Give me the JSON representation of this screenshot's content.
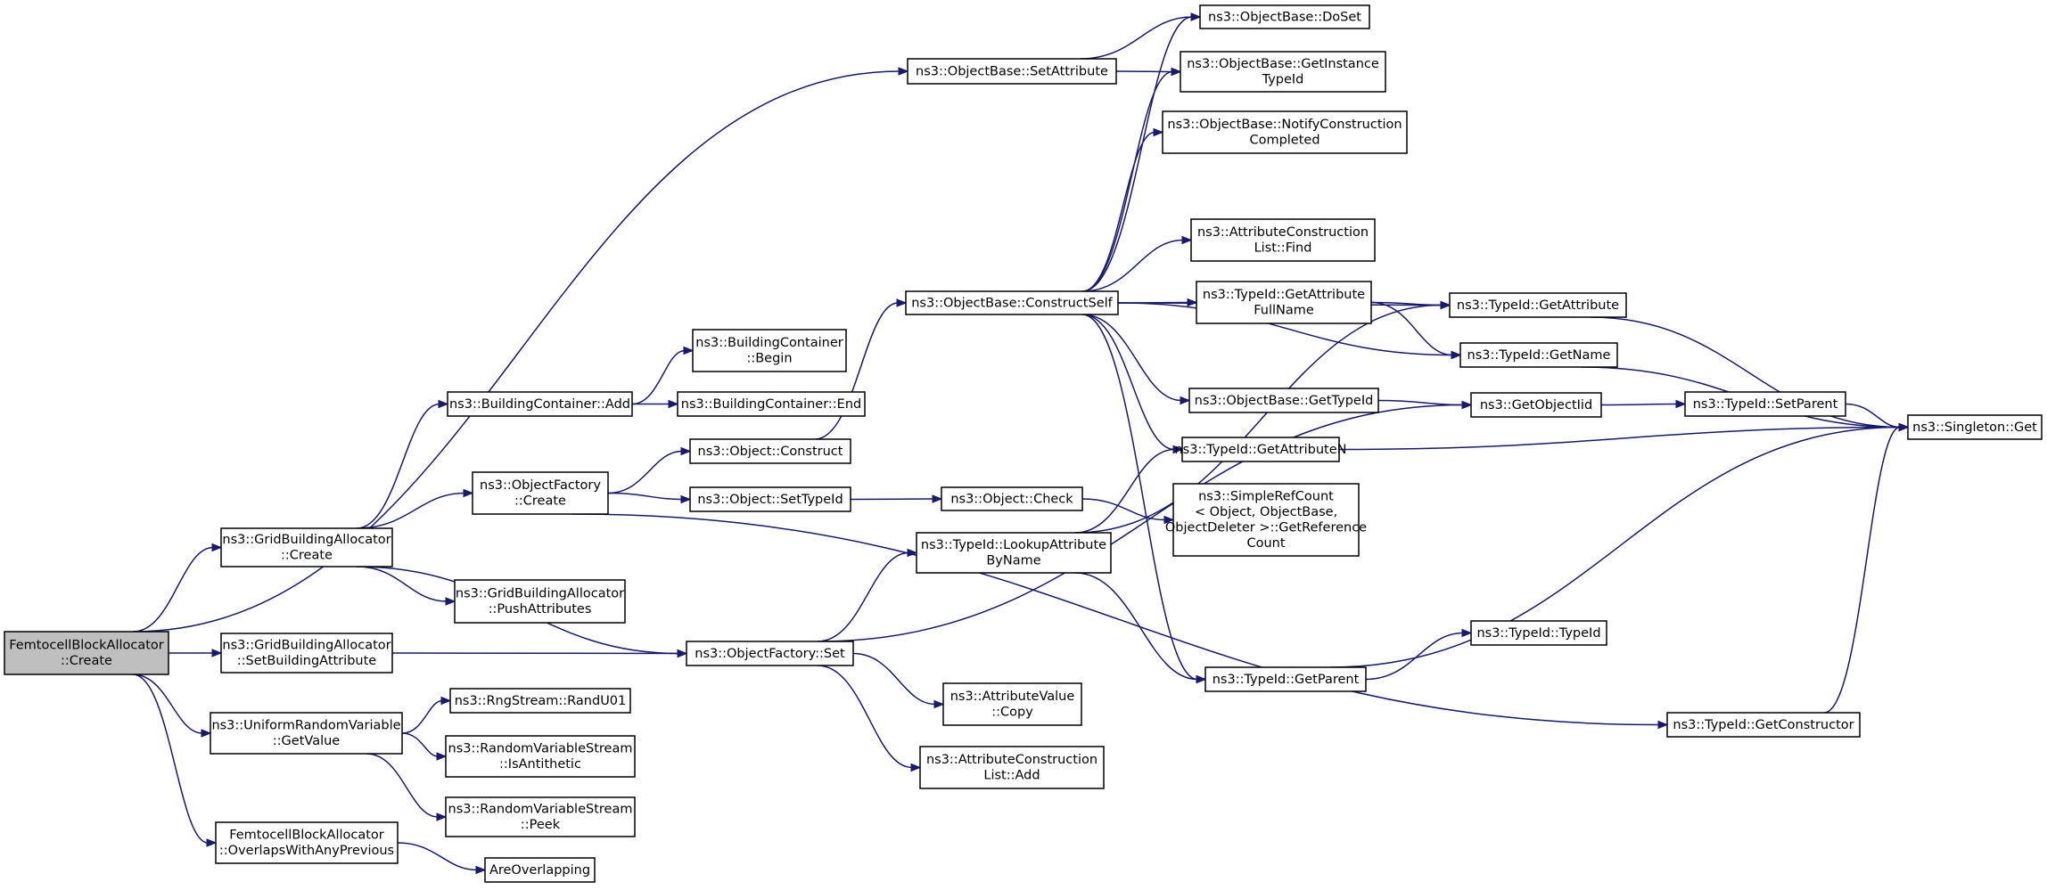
{
  "graph": {
    "colors": {
      "edge": "#191970",
      "node_border": "#000000",
      "node_fill": "#ffffff",
      "root_fill": "#bfbfbf"
    },
    "nodes": [
      {
        "id": "femto_create",
        "lines": [
          "FemtocellBlockAllocator",
          "::Create"
        ],
        "root": true
      },
      {
        "id": "gba_create",
        "lines": [
          "ns3::GridBuildingAllocator",
          "::Create"
        ]
      },
      {
        "id": "gba_setbuildattr",
        "lines": [
          "ns3::GridBuildingAllocator",
          "::SetBuildingAttribute"
        ]
      },
      {
        "id": "urv_getvalue",
        "lines": [
          "ns3::UniformRandomVariable",
          "::GetValue"
        ]
      },
      {
        "id": "femto_overlaps",
        "lines": [
          "FemtocellBlockAllocator",
          "::OverlapsWithAnyPrevious"
        ]
      },
      {
        "id": "bc_add",
        "lines": [
          "ns3::BuildingContainer::Add"
        ]
      },
      {
        "id": "of_create",
        "lines": [
          "ns3::ObjectFactory",
          "::Create"
        ]
      },
      {
        "id": "gba_pushattr",
        "lines": [
          "ns3::GridBuildingAllocator",
          "::PushAttributes"
        ]
      },
      {
        "id": "of_set",
        "lines": [
          "ns3::ObjectFactory::Set"
        ]
      },
      {
        "id": "rng_randu01",
        "lines": [
          "ns3::RngStream::RandU01"
        ]
      },
      {
        "id": "rvs_isanti",
        "lines": [
          "ns3::RandomVariableStream",
          "::IsAntithetic"
        ]
      },
      {
        "id": "rvs_peek",
        "lines": [
          "ns3::RandomVariableStream",
          "::Peek"
        ]
      },
      {
        "id": "are_overlapping",
        "lines": [
          "AreOverlapping"
        ]
      },
      {
        "id": "bc_begin",
        "lines": [
          "ns3::BuildingContainer",
          "::Begin"
        ]
      },
      {
        "id": "bc_end",
        "lines": [
          "ns3::BuildingContainer::End"
        ]
      },
      {
        "id": "obj_construct",
        "lines": [
          "ns3::Object::Construct"
        ]
      },
      {
        "id": "obj_settypeid",
        "lines": [
          "ns3::Object::SetTypeId"
        ]
      },
      {
        "id": "ob_setattr",
        "lines": [
          "ns3::ObjectBase::SetAttribute"
        ]
      },
      {
        "id": "ob_constructself",
        "lines": [
          "ns3::ObjectBase::ConstructSelf"
        ]
      },
      {
        "id": "obj_check",
        "lines": [
          "ns3::Object::Check"
        ]
      },
      {
        "id": "tid_lookupattr",
        "lines": [
          "ns3::TypeId::LookupAttribute",
          "ByName"
        ]
      },
      {
        "id": "av_copy",
        "lines": [
          "ns3::AttributeValue",
          "::Copy"
        ]
      },
      {
        "id": "acl_add",
        "lines": [
          "ns3::AttributeConstruction",
          "List::Add"
        ]
      },
      {
        "id": "ob_doset",
        "lines": [
          "ns3::ObjectBase::DoSet"
        ]
      },
      {
        "id": "ob_getinsttid",
        "lines": [
          "ns3::ObjectBase::GetInstance",
          "TypeId"
        ]
      },
      {
        "id": "ob_notify",
        "lines": [
          "ns3::ObjectBase::NotifyConstruction",
          "Completed"
        ]
      },
      {
        "id": "acl_find",
        "lines": [
          "ns3::AttributeConstruction",
          "List::Find"
        ]
      },
      {
        "id": "tid_getattrfull",
        "lines": [
          "ns3::TypeId::GetAttribute",
          "FullName"
        ]
      },
      {
        "id": "ob_gettypeid",
        "lines": [
          "ns3::ObjectBase::GetTypeId"
        ]
      },
      {
        "id": "tid_getattrn",
        "lines": [
          "ns3::TypeId::GetAttributeN"
        ]
      },
      {
        "id": "simplerefcount",
        "lines": [
          "ns3::SimpleRefCount",
          "< Object, ObjectBase,",
          "ObjectDeleter >::GetReference",
          "Count"
        ]
      },
      {
        "id": "tid_getparent",
        "lines": [
          "ns3::TypeId::GetParent"
        ]
      },
      {
        "id": "tid_getattr",
        "lines": [
          "ns3::TypeId::GetAttribute"
        ]
      },
      {
        "id": "tid_getname",
        "lines": [
          "ns3::TypeId::GetName"
        ]
      },
      {
        "id": "getobjectiid",
        "lines": [
          "ns3::GetObjectIid"
        ]
      },
      {
        "id": "tid_typeid",
        "lines": [
          "ns3::TypeId::TypeId"
        ]
      },
      {
        "id": "tid_setparent",
        "lines": [
          "ns3::TypeId::SetParent"
        ]
      },
      {
        "id": "tid_getconstructor",
        "lines": [
          "ns3::TypeId::GetConstructor"
        ]
      },
      {
        "id": "singleton_get",
        "lines": [
          "ns3::Singleton::Get"
        ]
      }
    ],
    "edges": [
      [
        "femto_create",
        "ob_setattr"
      ],
      [
        "femto_create",
        "gba_create"
      ],
      [
        "femto_create",
        "gba_setbuildattr"
      ],
      [
        "femto_create",
        "urv_getvalue"
      ],
      [
        "femto_create",
        "femto_overlaps"
      ],
      [
        "gba_create",
        "bc_add"
      ],
      [
        "gba_create",
        "of_create"
      ],
      [
        "gba_create",
        "of_set"
      ],
      [
        "gba_create",
        "gba_pushattr"
      ],
      [
        "gba_setbuildattr",
        "of_set"
      ],
      [
        "urv_getvalue",
        "rng_randu01"
      ],
      [
        "urv_getvalue",
        "rvs_isanti"
      ],
      [
        "urv_getvalue",
        "rvs_peek"
      ],
      [
        "femto_overlaps",
        "are_overlapping"
      ],
      [
        "bc_add",
        "bc_begin"
      ],
      [
        "bc_add",
        "bc_end"
      ],
      [
        "of_create",
        "obj_construct"
      ],
      [
        "of_create",
        "obj_settypeid"
      ],
      [
        "of_create",
        "tid_getconstructor"
      ],
      [
        "obj_construct",
        "ob_constructself"
      ],
      [
        "obj_settypeid",
        "obj_check"
      ],
      [
        "of_set",
        "tid_lookupattr"
      ],
      [
        "of_set",
        "av_copy"
      ],
      [
        "of_set",
        "acl_add"
      ],
      [
        "of_set",
        "getobjectiid"
      ],
      [
        "ob_setattr",
        "ob_doset"
      ],
      [
        "ob_setattr",
        "ob_getinsttid"
      ],
      [
        "ob_constructself",
        "ob_doset"
      ],
      [
        "ob_constructself",
        "ob_getinsttid"
      ],
      [
        "ob_constructself",
        "ob_notify"
      ],
      [
        "ob_constructself",
        "tid_getattr"
      ],
      [
        "ob_constructself",
        "acl_find"
      ],
      [
        "ob_constructself",
        "tid_getattrfull"
      ],
      [
        "ob_constructself",
        "tid_getname"
      ],
      [
        "ob_constructself",
        "ob_gettypeid"
      ],
      [
        "ob_constructself",
        "tid_getattrn"
      ],
      [
        "ob_constructself",
        "tid_getparent"
      ],
      [
        "obj_check",
        "simplerefcount"
      ],
      [
        "tid_lookupattr",
        "tid_getattrn"
      ],
      [
        "tid_lookupattr",
        "tid_getattr"
      ],
      [
        "tid_lookupattr",
        "tid_getparent"
      ],
      [
        "tid_getattrfull",
        "tid_getattr"
      ],
      [
        "tid_getattrfull",
        "tid_getname"
      ],
      [
        "ob_gettypeid",
        "getobjectiid"
      ],
      [
        "getobjectiid",
        "tid_setparent"
      ],
      [
        "tid_setparent",
        "singleton_get"
      ],
      [
        "tid_getattr",
        "singleton_get"
      ],
      [
        "tid_getname",
        "singleton_get"
      ],
      [
        "tid_getattrn",
        "singleton_get"
      ],
      [
        "tid_getparent",
        "tid_typeid"
      ],
      [
        "tid_getparent",
        "singleton_get"
      ],
      [
        "tid_getconstructor",
        "singleton_get"
      ]
    ]
  }
}
